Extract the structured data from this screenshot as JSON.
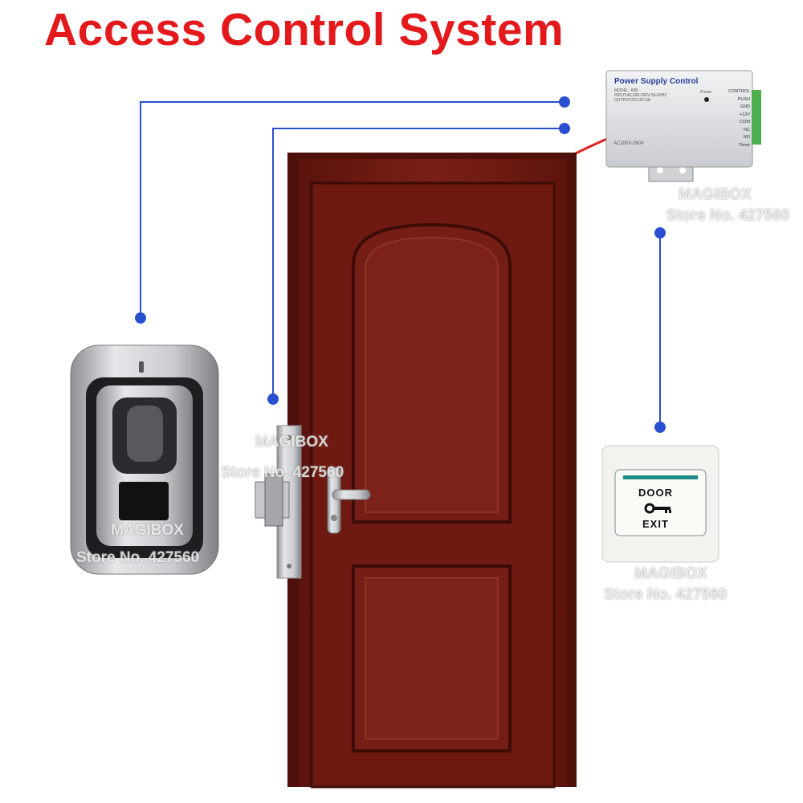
{
  "title": "Access Control System",
  "colors": {
    "title": "#e3191c",
    "wire": "#2b4fd1",
    "door": "#6e1a12",
    "exit_stripe": "#1e8c88"
  },
  "power_supply": {
    "label": "Power Supply Control",
    "model_lines": [
      "MODEL: K80",
      "INPUT:AC100-260V 50-60HZ",
      "OUTPUT:DC12V-3A"
    ],
    "input_label": "AC100V-260V",
    "power_label": "Power",
    "control_label": "CONTROL",
    "pins": [
      "PUSH",
      "GND",
      "+12V",
      "COM",
      "NC",
      "NO"
    ],
    "timer_label": "Timer"
  },
  "exit_button": {
    "top": "DOOR",
    "bottom": "EXIT",
    "icon": "key-icon"
  },
  "devices": [
    "fingerprint-reader",
    "electric-strike-lock",
    "door",
    "power-supply",
    "exit-button"
  ],
  "watermark": {
    "brand": "MAGIBOX",
    "store": "Store No. 427560"
  }
}
